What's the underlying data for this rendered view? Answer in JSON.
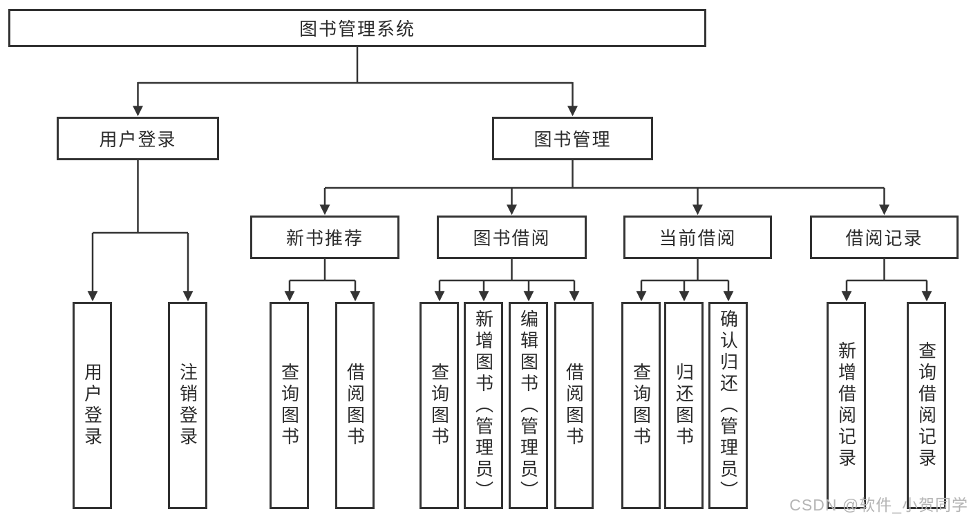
{
  "diagram": {
    "type": "hierarchy-tree",
    "colors": {
      "line": "#333333",
      "text": "#2b2b2b",
      "box_background": "#ffffff",
      "watermark": "#b5b5b5"
    },
    "nodes": {
      "root": "图书管理系统",
      "user_login": "用户登录",
      "book_management": "图书管理",
      "new_book_recommend": "新书推荐",
      "book_borrowing": "图书借阅",
      "current_borrowing": "当前借阅",
      "borrowing_records": "借阅记录",
      "leaf_user_login": "用户登录",
      "leaf_logout": "注销登录",
      "leaf_query_books_recommend": "查询图书",
      "leaf_borrow_books_recommend": "借阅图书",
      "leaf_query_books_borrowing": "查询图书",
      "leaf_add_books_admin": "新增图书（管理员）",
      "leaf_edit_books_admin": "编辑图书（管理员）",
      "leaf_borrow_books_borrowing": "借阅图书",
      "leaf_query_books_current": "查询图书",
      "leaf_return_books": "归还图书",
      "leaf_confirm_return_admin": "确认归还（管理员）",
      "leaf_add_borrow_record": "新增借阅记录",
      "leaf_query_borrow_record": "查询借阅记录"
    },
    "edges": [
      "图书管理系统→用户登录",
      "图书管理系统→图书管理",
      "用户登录→用户登录",
      "用户登录→注销登录",
      "图书管理→新书推荐",
      "图书管理→图书借阅",
      "图书管理→当前借阅",
      "图书管理→借阅记录",
      "新书推荐→查询图书",
      "新书推荐→借阅图书",
      "图书借阅→查询图书",
      "图书借阅→新增图书（管理员）",
      "图书借阅→编辑图书（管理员）",
      "图书借阅→借阅图书",
      "当前借阅→查询图书",
      "当前借阅→归还图书",
      "当前借阅→确认归还（管理员）",
      "借阅记录→新增借阅记录",
      "借阅记录→查询借阅记录"
    ],
    "watermark": "CSDN @软件_小贺同学"
  }
}
